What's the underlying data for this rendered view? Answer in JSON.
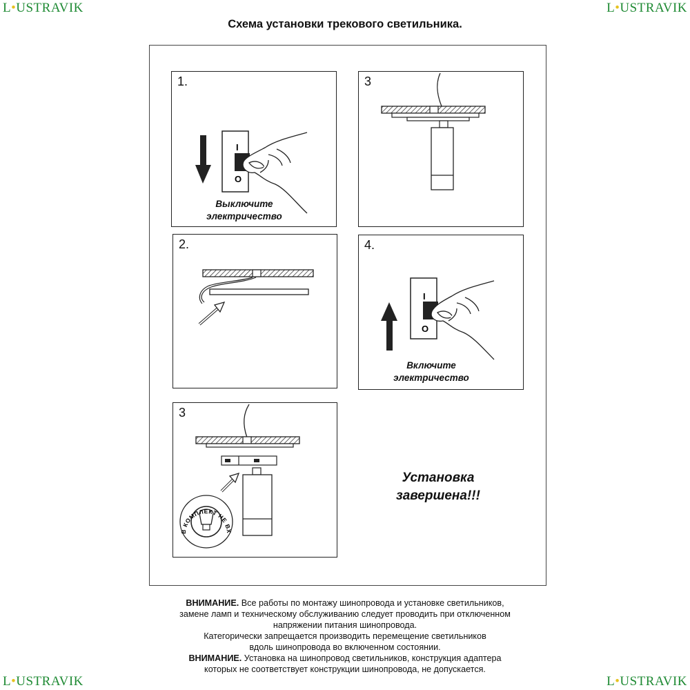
{
  "brand": {
    "name": "LUSTRAVIK",
    "name_rest": "USTRAVIK",
    "name_first": "L"
  },
  "title": "Схема установки трекового светильника.",
  "steps": [
    {
      "num": "1.",
      "caption_line1": "Выключите",
      "caption_line2": "электричество",
      "switch_on_mark": "I",
      "switch_off_mark": "O"
    },
    {
      "num": "3"
    },
    {
      "num": "2."
    },
    {
      "num": "4.",
      "caption_line1": "Включите",
      "caption_line2": "электричество",
      "switch_on_mark": "I",
      "switch_off_mark": "O"
    },
    {
      "num": "3",
      "badge_text": "В КОМПЛЕКТ НЕ ВХОДИТ"
    }
  ],
  "done": {
    "line1": "Установка",
    "line2": "завершена!!!"
  },
  "notes": {
    "n1_bold": "ВНИМАНИЕ.",
    "n1_line1": " Все работы по монтажу шинопровода и установке светильников,",
    "n1_line2": "замене ламп и техническому обслуживанию следует проводить при отключенном",
    "n1_line3": "напряжении питания шинопровода.",
    "n2_line1": "Категорически запрещается производить перемещение светильников",
    "n2_line2": "вдоль шинопровода во включенном состоянии.",
    "n3_bold": "ВНИМАНИЕ.",
    "n3_line1": " Установка на шинопровод светильников, конструкция адаптера",
    "n3_line2": "которых не соответствует конструкции шинопровода, не допускается."
  }
}
